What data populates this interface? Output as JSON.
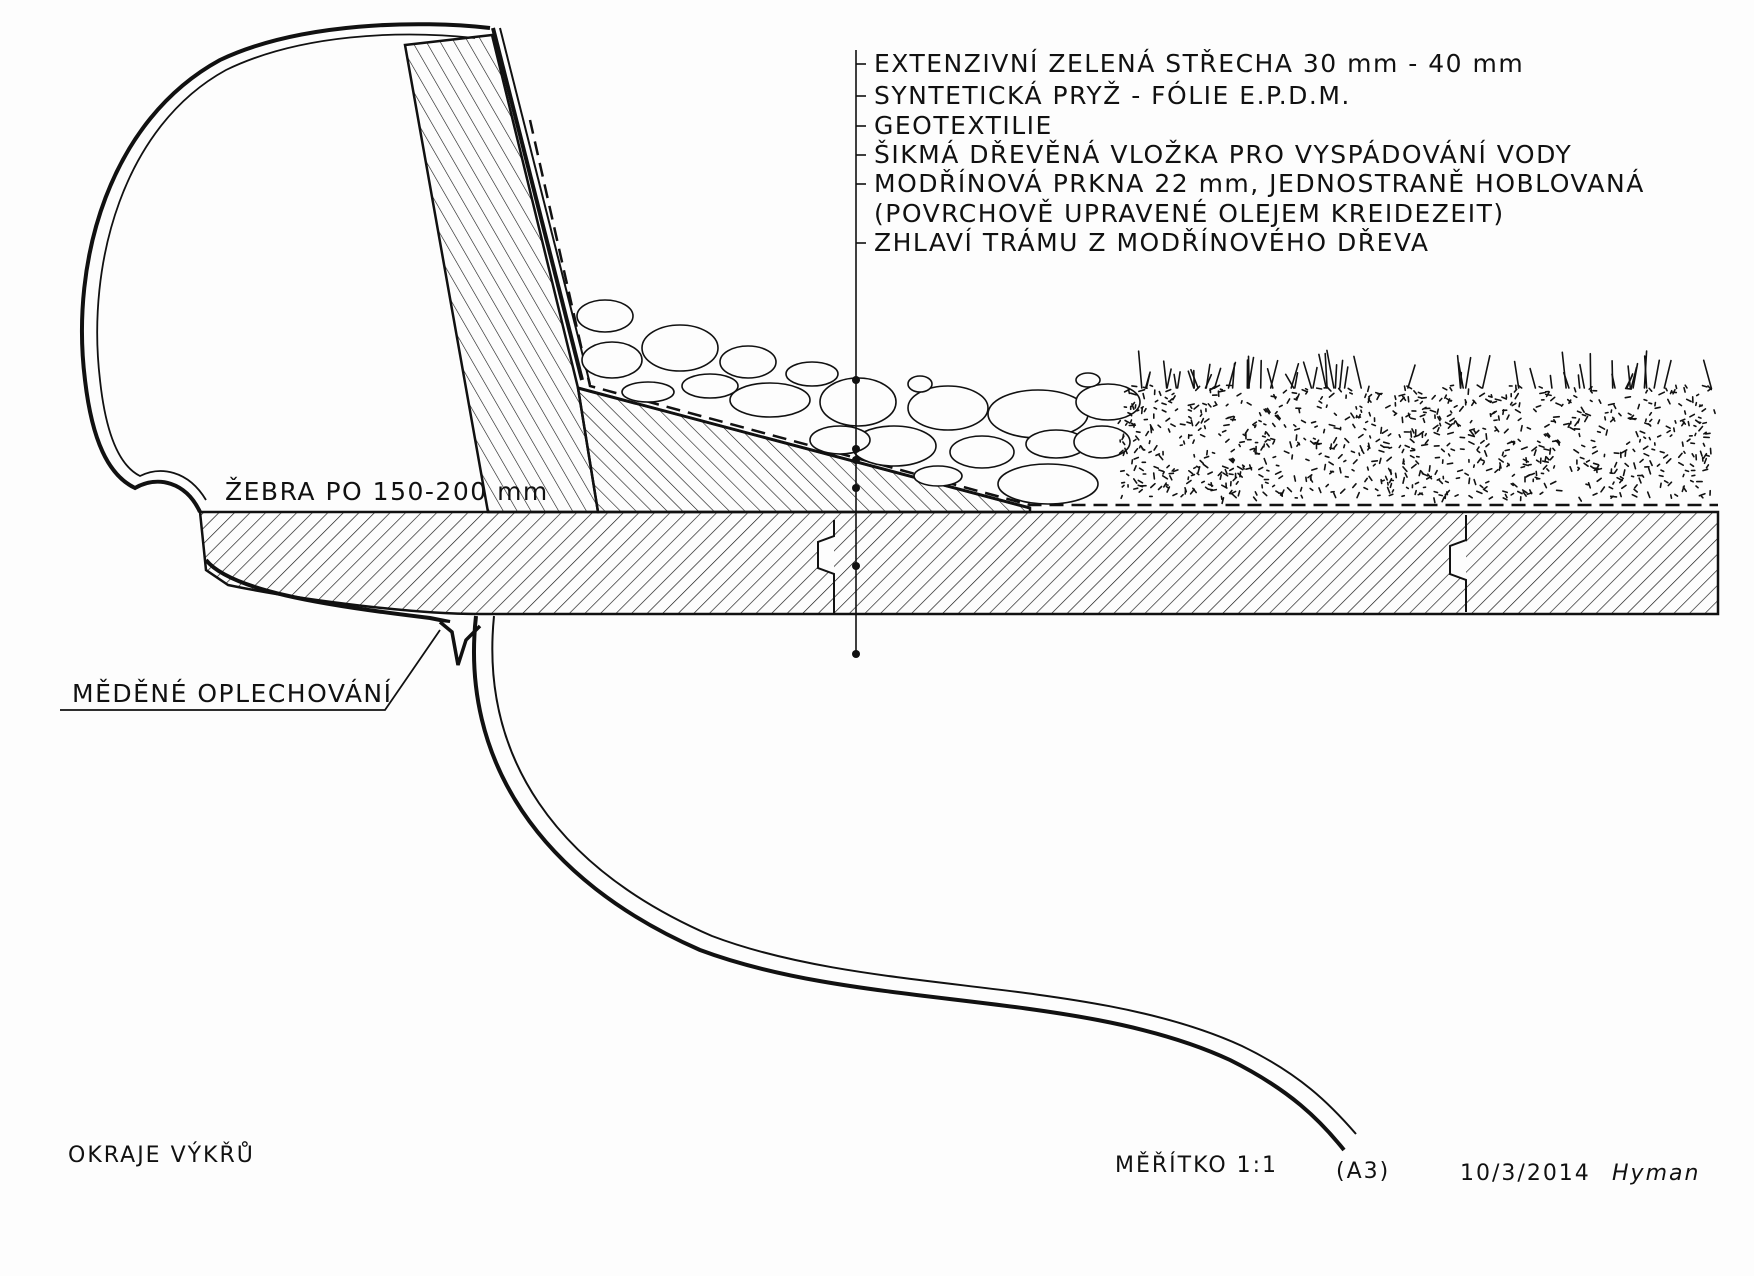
{
  "layer_labels": [
    "EXTENZIVNÍ ZELENÁ STŘECHA 30 mm - 40 mm",
    "SYNTETICKÁ PRYŽ - FÓLIE E.P.D.M.",
    "GEOTEXTILIE",
    "ŠIKMÁ DŘEVĚNÁ VLOŽKA PRO VYSPÁDOVÁNÍ VODY",
    "MODŘÍNOVÁ PRKNA 22 mm, JEDNOSTRANĚ HOBLOVANÁ",
    "(POVRCHOVĚ UPRAVENÉ OLEJEM KREIDEZEIT)",
    "ZHLAVÍ TRÁMU Z MODŘÍNOVÉHO DŘEVA"
  ],
  "rib_label": "ŽEBRA PO 150-200 mm",
  "copper_label": "MĚDĚNÉ OPLECHOVÁNÍ",
  "footer": {
    "title": "OKRAJE VÝKŘŮ",
    "scale": "MĚŘÍTKO 1:1",
    "format": "(A3)",
    "date": "10/3/2014",
    "signature": "Hyman"
  }
}
